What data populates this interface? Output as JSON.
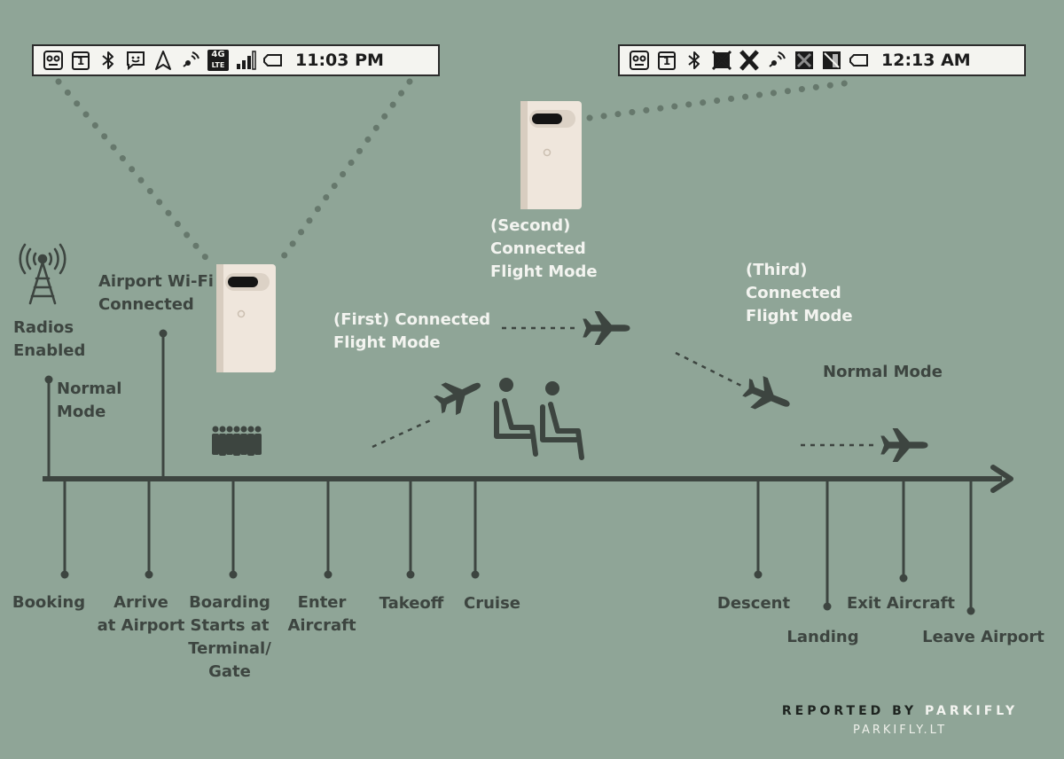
{
  "status_bars": [
    {
      "time": "11:03 PM",
      "icons": [
        "face-icon",
        "calendar-icon",
        "bluetooth-icon",
        "message-icon",
        "navigation-icon",
        "hotspot-icon",
        "4g-lte-icon",
        "signal-icon",
        "battery-icon"
      ],
      "calendar_day": "1",
      "network_line1": "4G",
      "network_line2": "LTE"
    },
    {
      "time": "12:13 AM",
      "icons": [
        "face-icon",
        "calendar-icon",
        "bluetooth-icon",
        "signal-off-icon",
        "no-signal-x-icon",
        "hotspot-icon",
        "data-off-icon",
        "signal-blocked-icon",
        "battery-icon"
      ],
      "calendar_day": "1"
    }
  ],
  "labels": {
    "radios": "Radios\nEnabled",
    "normal_mode_left": "Normal\nMode",
    "airport_wifi": "Airport Wi-Fi\nConnected",
    "first_flight": "(First) Connected\nFlight Mode",
    "second_flight": "(Second)\nConnected\nFlight Mode",
    "third_flight": "(Third)\nConnected\nFlight Mode",
    "normal_mode_right": "Normal Mode"
  },
  "timeline": [
    {
      "label": "Booking"
    },
    {
      "label": "Arrive\nat Airport"
    },
    {
      "label": "Boarding\nStarts at\nTerminal/\nGate"
    },
    {
      "label": "Enter\nAircraft"
    },
    {
      "label": "Takeoff"
    },
    {
      "label": "Cruise"
    },
    {
      "label": "Descent"
    },
    {
      "label": "Landing"
    },
    {
      "label": "Exit Aircraft"
    },
    {
      "label": "Leave Airport"
    }
  ],
  "footer": {
    "reported_by": "REPORTED BY ",
    "brand": "PARKIFLY",
    "site": "PARKIFLY.LT"
  },
  "colors": {
    "background": "#8fa597",
    "ink": "#3d4540",
    "light_text": "#f3f4f0",
    "phone": "#efe6dc"
  }
}
